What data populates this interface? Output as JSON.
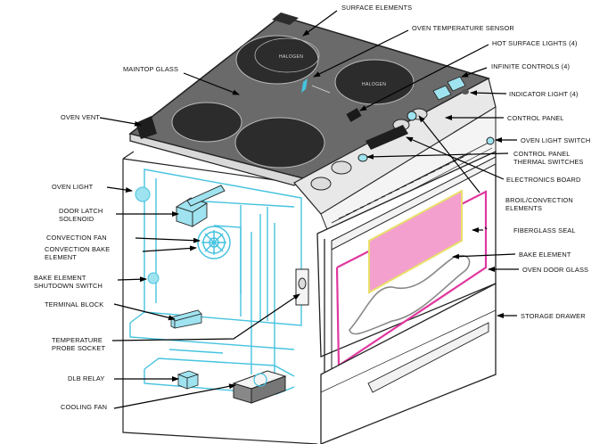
{
  "labels": {
    "surface_elements": "SURFACE ELEMENTS",
    "oven_temperature_sensor": "OVEN TEMPERATURE SENSOR",
    "hot_surface_lights": "HOT SURFACE LIGHTS (4)",
    "maintop_glass": "MAINTOP GLASS",
    "infinite_controls": "INFINITE CONTROLS (4)",
    "indicator_light": "INDICATOR LIGHT (4)",
    "oven_vent": "OVEN VENT",
    "control_panel": "CONTROL PANEL",
    "oven_light_switch": "OVEN LIGHT SWITCH",
    "control_panel_thermal_switches": "CONTROL PANEL\nTHERMAL SWITCHES",
    "oven_light": "OVEN LIGHT",
    "electronics_board": "ELECTRONICS BOARD",
    "door_latch_solenoid": "DOOR LATCH\nSOLENOID",
    "broil_convection_elements": "BROIL/CONVECTION\nELEMENTS",
    "convection_fan": "CONVECTION FAN",
    "convection_bake_element": "CONVECTION BAKE\nELEMENT",
    "fiberglass_seal": "FIBERGLASS SEAL",
    "bake_element": "BAKE ELEMENT",
    "bake_element_shutdown_switch": "BAKE ELEMENT\nSHUTDOWN SWITCH",
    "oven_door_glass": "OVEN DOOR GLASS",
    "terminal_block": "TERMINAL BLOCK",
    "storage_drawer": "STORAGE DRAWER",
    "temperature_probe_socket": "TEMPERATURE\nPROBE SOCKET",
    "dlb_relay": "DLB RELAY",
    "cooling_fan": "COOLING FAN"
  },
  "burner_text": "HALOGEN",
  "colors": {
    "cooktop": "#6a6a6a",
    "burner": "#2c2c2c",
    "interior": "#46c3df",
    "seal": "#e0389f",
    "oven_glass": "#f3a0cf",
    "glass_frame": "#e8e06a",
    "component": "#9fe3f0"
  }
}
